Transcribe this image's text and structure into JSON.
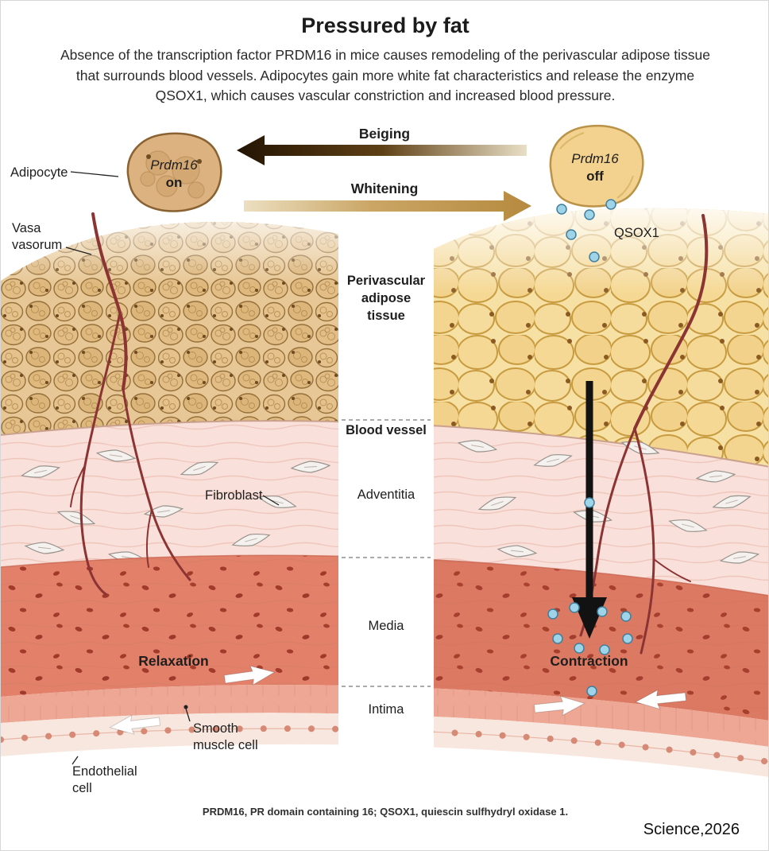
{
  "title": "Pressured by fat",
  "subtitle": "Absence of the transcription factor PRDM16 in mice causes remodeling of the perivascular adipose tissue that surrounds blood vessels. Adipocytes gain more white fat characteristics and release the enzyme QSOX1, which causes vascular constriction and increased blood pressure.",
  "top_panel": {
    "beiging_label": "Beiging",
    "whitening_label": "Whitening",
    "left_adipocyte": {
      "gene": "Prdm16",
      "state": "on"
    },
    "right_adipocyte": {
      "gene": "Prdm16",
      "state": "off"
    },
    "adipocyte_label": "Adipocyte",
    "qsox1_label": "QSOX1"
  },
  "vessel_labels": {
    "vasa_vasorum": "Vasa vasorum",
    "perivascular_adipose_tissue": "Perivascular adipose tissue",
    "blood_vessel": "Blood vessel",
    "adventitia": "Adventitia",
    "media": "Media",
    "intima": "Intima",
    "fibroblast": "Fibroblast",
    "smooth_muscle_cell": "Smooth muscle cell",
    "endothelial_cell": "Endothelial cell"
  },
  "states": {
    "relaxation": "Relaxation",
    "contraction": "Contraction"
  },
  "footnote": "PRDM16, PR domain containing 16; QSOX1, quiescin sulfhydryl oxidase 1.",
  "credit": "Science,2026",
  "colors": {
    "beige_fat": "#e7c795",
    "white_fat": "#f6e0a3",
    "adventitia": "#f9e0da",
    "media": "#e2806a",
    "intima": "#eda794",
    "vasa_vasorum": "#8c3434",
    "qsox1_dot": "#9fd4e8",
    "beiging_arrow_dark": "#231403",
    "whitening_arrow": "#b68a3f",
    "release_arrow": "#121212"
  }
}
